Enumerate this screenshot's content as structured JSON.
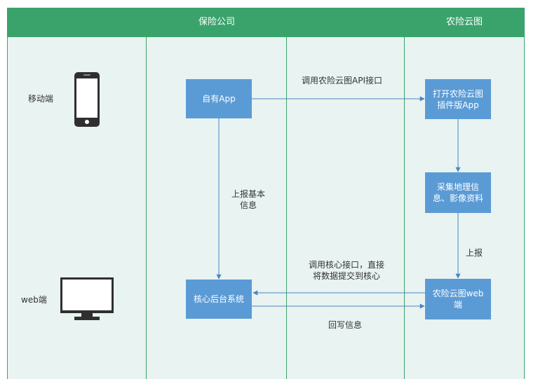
{
  "header": {
    "insurance": "保险公司",
    "nongxian": "农险云图"
  },
  "rows": {
    "mobile": "移动端",
    "web": "web端"
  },
  "boxes": {
    "own_app": "自有App",
    "open_plugin": "打开农险云图\n插件版App",
    "collect": "采集地理信\n息、影像资料",
    "core": "核心后台系统",
    "web_end": "农险云图web\n端"
  },
  "edges": {
    "call_api": "调用农险云图API接口",
    "report_basic": "上报基本\n信息",
    "report": "上报",
    "call_core": "调用核心接口，直接\n将数据提交到核心",
    "write_back": "回写信息"
  },
  "colors": {
    "header": "#3aa36b",
    "box": "#5b9bd5",
    "arrow": "#4a86c0",
    "background": "#e8f3f2"
  }
}
